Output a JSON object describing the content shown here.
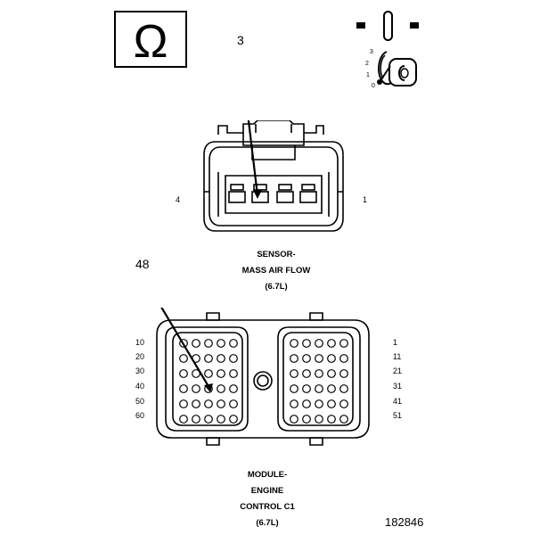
{
  "ohm_symbol": "Ω",
  "ignition": {
    "positions": [
      "3",
      "2",
      "1",
      "0"
    ]
  },
  "maf_connector": {
    "callout": "3",
    "left_pin_label": "4",
    "right_pin_label": "1",
    "caption": [
      "SENSOR-",
      "MASS AIR FLOW",
      "(6.7L)"
    ]
  },
  "ecm_connector": {
    "callout": "48",
    "left_row_labels": [
      "10",
      "20",
      "30",
      "40",
      "50",
      "60"
    ],
    "right_row_labels": [
      "1",
      "11",
      "21",
      "31",
      "41",
      "51"
    ],
    "caption": [
      "MODULE-",
      "ENGINE",
      "CONTROL C1",
      "(6.7L)"
    ]
  },
  "figure_id": "182846",
  "colors": {
    "line": "#000000",
    "background": "#ffffff"
  }
}
